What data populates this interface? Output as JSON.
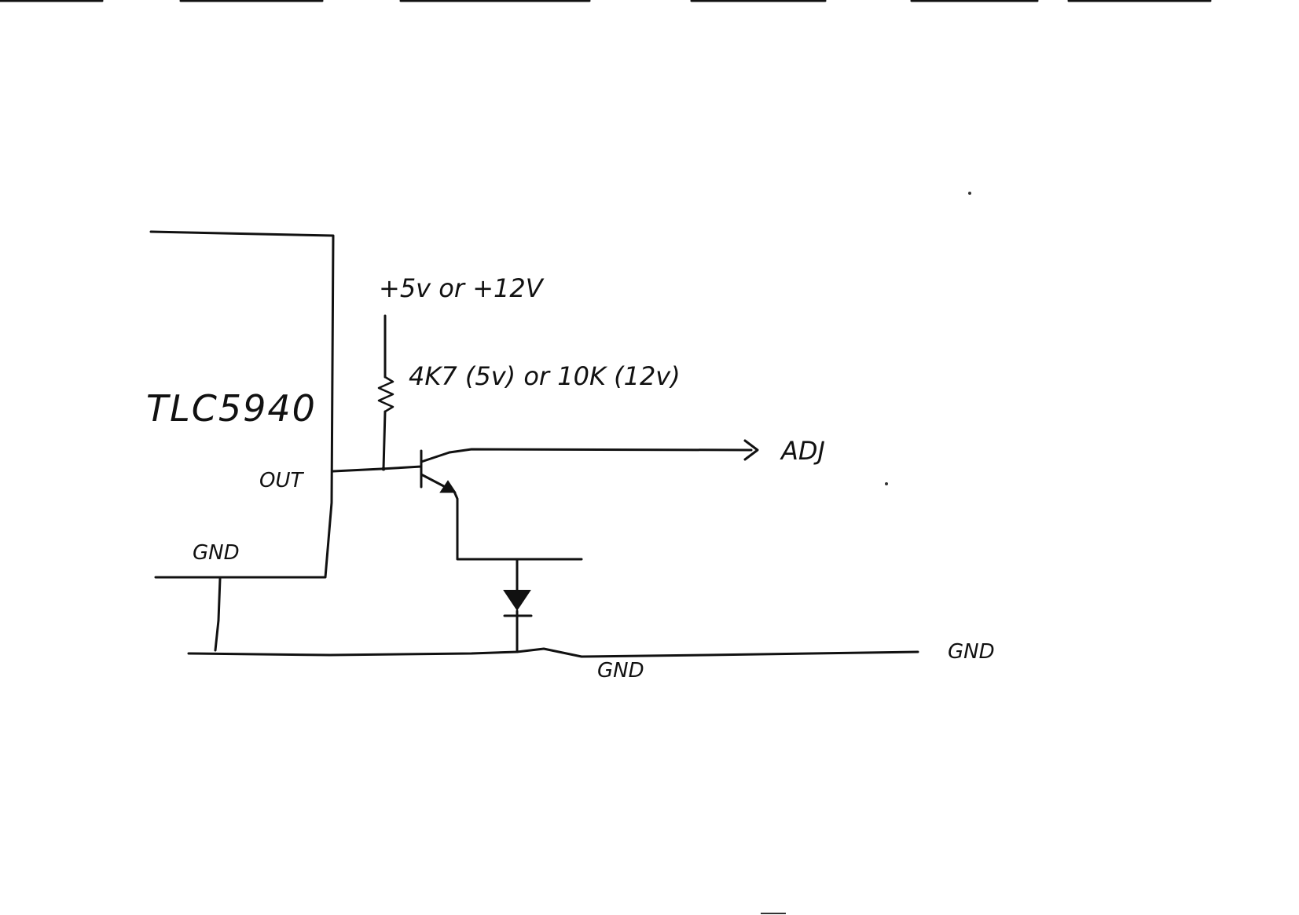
{
  "diagram": {
    "chip_label": "TLC5940",
    "chip_out_label": "OUT",
    "chip_gnd_label": "GND",
    "supply_label": "+5v or +12V",
    "resistor_label": "4K7 (5v) or 10K (12v)",
    "output_label": "ADJ",
    "ground_labels": [
      "GND",
      "GND"
    ]
  }
}
